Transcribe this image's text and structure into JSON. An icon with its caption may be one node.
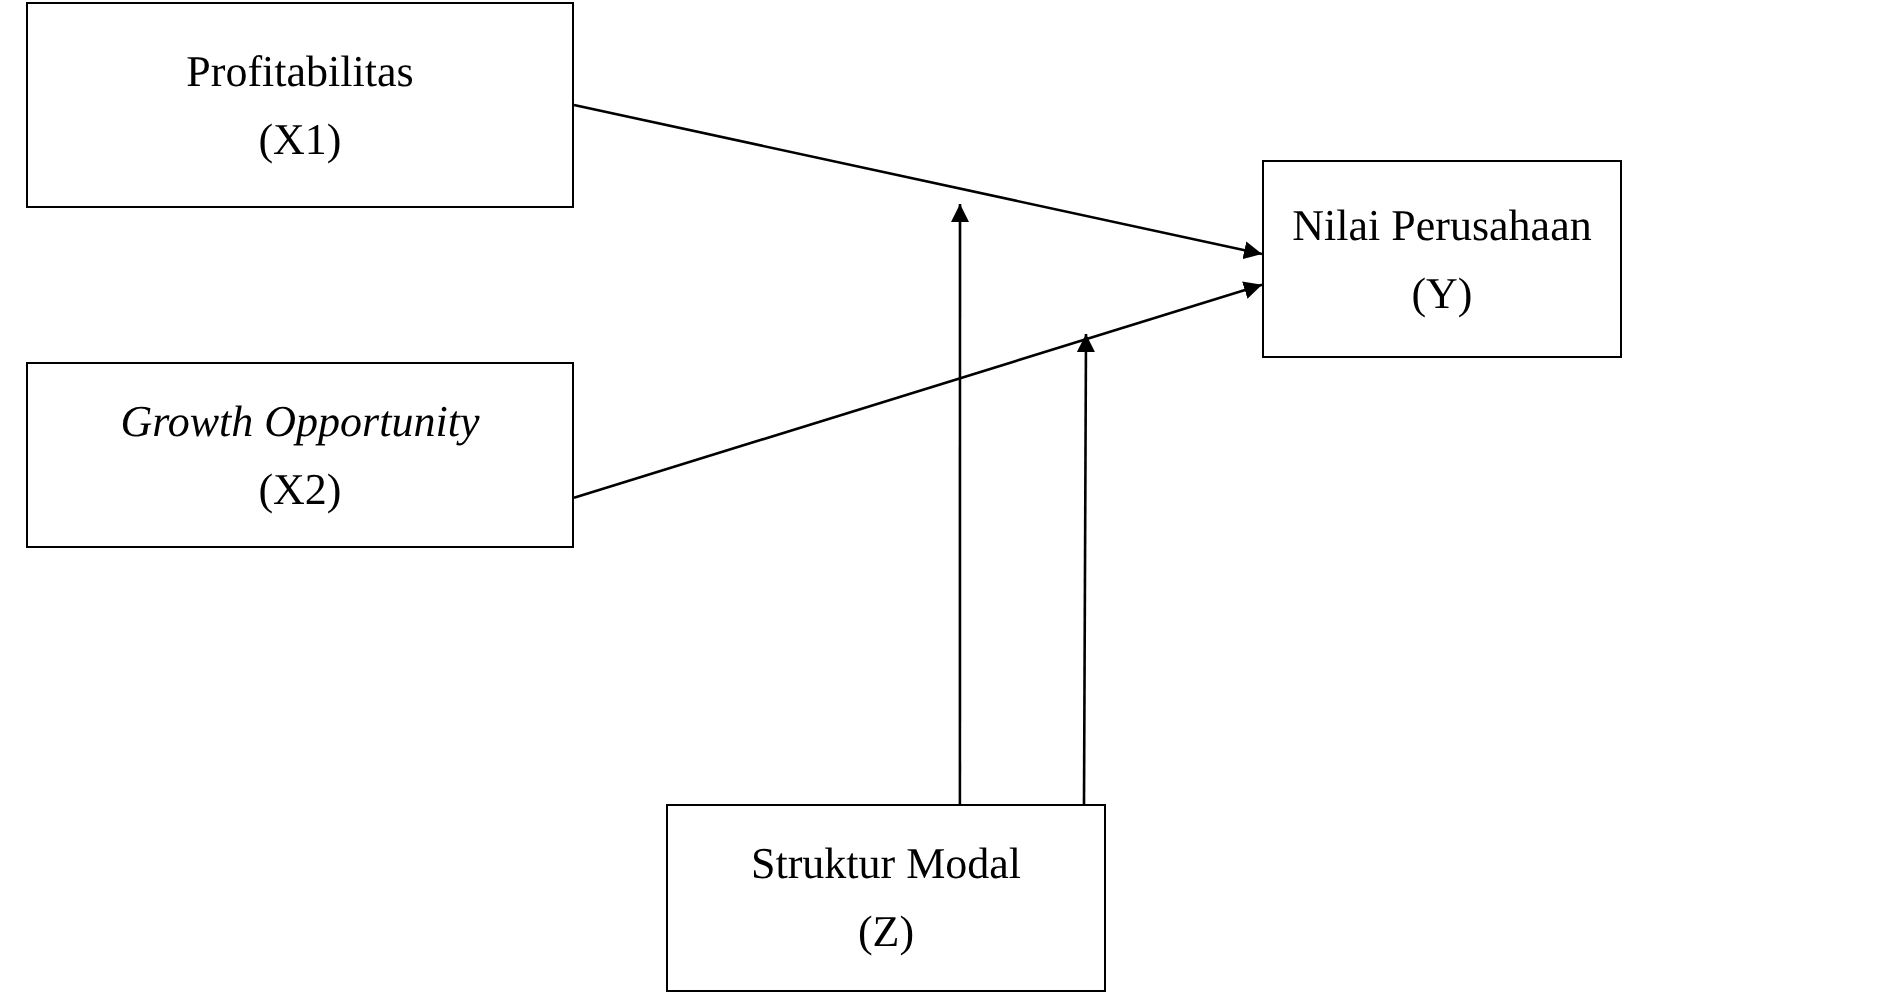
{
  "diagram": {
    "nodes": [
      {
        "text": [
          "Profitabilitas",
          "(X1)"
        ]
      },
      {
        "text": [
          "*Growth Opportunity*",
          "(X2)"
        ]
      },
      {
        "text": [
          "Nilai Perusahaan",
          "(Y)"
        ]
      },
      {
        "text": [
          "Struktur Modal",
          "(Z)"
        ]
      }
    ],
    "edges": [
      {
        "from": 0,
        "to": 2,
        "arrow": "to"
      },
      {
        "from": 1,
        "to": 2,
        "arrow": "to"
      },
      {
        "from": 3,
        "to": null,
        "arrow": "to"
      },
      {
        "from": 3,
        "to": null,
        "arrow": "to"
      }
    ]
  }
}
